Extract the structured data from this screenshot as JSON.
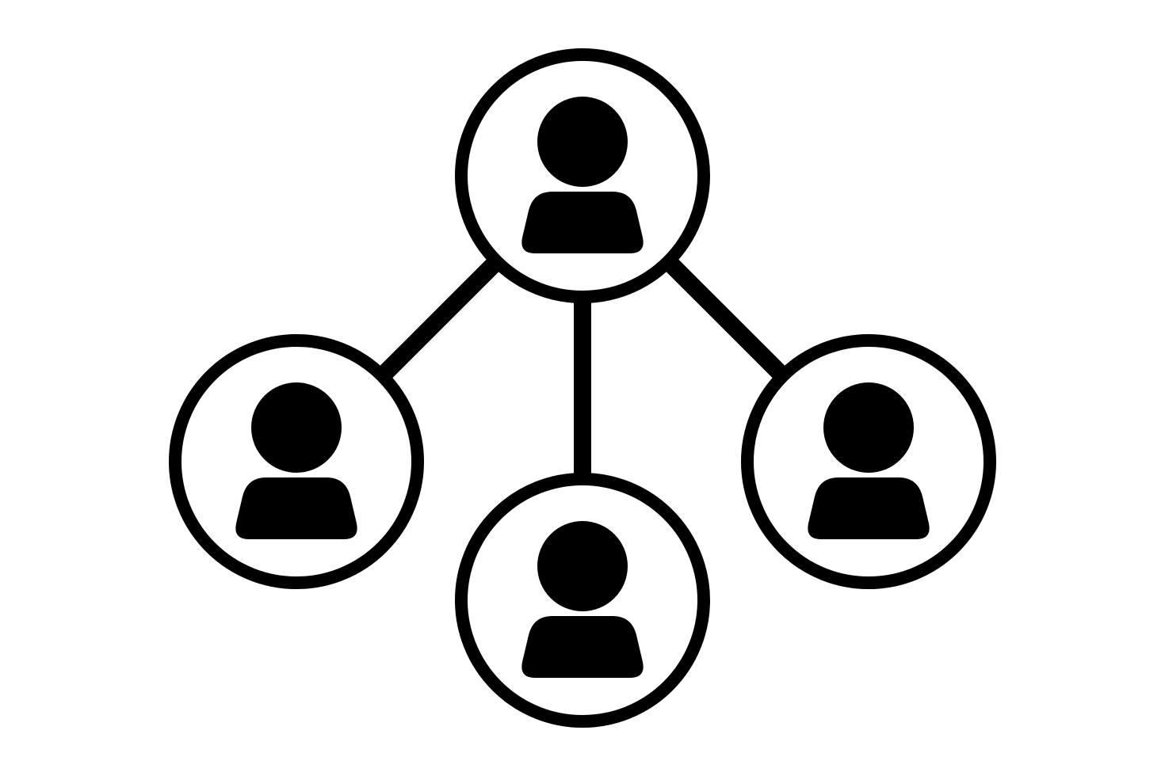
{
  "diagram": {
    "type": "network",
    "colors": {
      "background": "#ffffff",
      "stroke": "#000000",
      "icon": "#000000"
    },
    "nodes": [
      {
        "id": "center",
        "icon": "user-icon"
      },
      {
        "id": "left",
        "icon": "user-icon"
      },
      {
        "id": "bottom",
        "icon": "user-icon"
      },
      {
        "id": "right",
        "icon": "user-icon"
      }
    ],
    "edges": [
      {
        "from": "center",
        "to": "left"
      },
      {
        "from": "center",
        "to": "bottom"
      },
      {
        "from": "center",
        "to": "right"
      }
    ]
  }
}
